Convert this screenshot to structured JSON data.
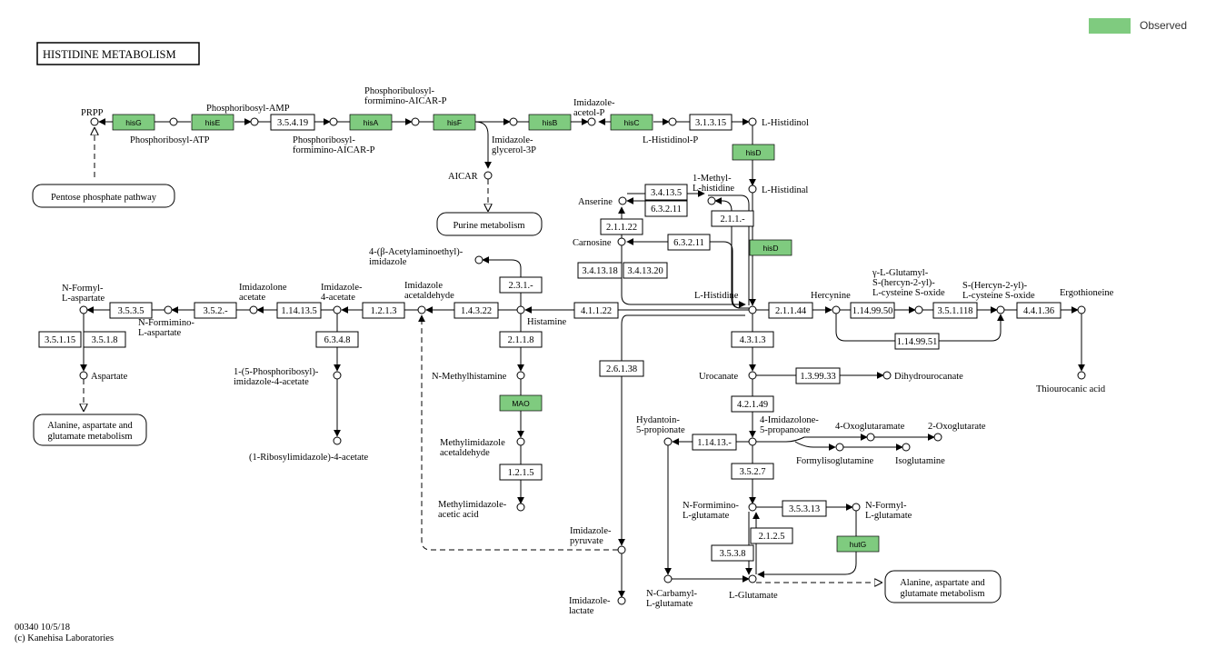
{
  "title": "HISTIDINE METABOLISM",
  "legend": {
    "label": "Observed",
    "color": "#7fcb7f"
  },
  "footer": {
    "line1": "00340 10/5/18",
    "line2": "(c) Kanehisa Laboratories"
  },
  "colors": {
    "observed_gene": "#7fcb7f",
    "line": "#000000"
  },
  "genes": {
    "hisG": "hisG",
    "hisE": "hisE",
    "hisA": "hisA",
    "hisF": "hisF",
    "hisB": "hisB",
    "hisC": "hisC",
    "hisD1": "hisD",
    "hisD2": "hisD",
    "MAO": "MAO",
    "hutG": "hutG"
  },
  "ec": {
    "e_354_19": "3.5.4.19",
    "e_313_15": "3.1.3.15",
    "e_341_35": "3.4.13.5",
    "e_632_11a": "6.3.2.11",
    "e_211_22": "2.1.1.22",
    "e_211_x": "2.1.1.-",
    "e_632_11b": "6.3.2.11",
    "e_341_318": "3.4.13.18",
    "e_341_320": "3.4.13.20",
    "e_231_x": "2.3.1.-",
    "e_411_22": "4.1.1.22",
    "e_211_44": "2.1.1.44",
    "e_114_950": "1.14.99.50",
    "e_351_118": "3.5.1.118",
    "e_441_36": "4.4.1.36",
    "e_114_951": "1.14.99.51",
    "e_143_22": "1.4.3.22",
    "e_121_3": "1.2.1.3",
    "e_114_135": "1.14.13.5",
    "e_352_x": "3.5.2.-",
    "e_353_5": "3.5.3.5",
    "e_351_15": "3.5.1.15",
    "e_351_8": "3.5.1.8",
    "e_634_8": "6.3.4.8",
    "e_211_8": "2.1.1.8",
    "e_261_38": "2.6.1.38",
    "e_431_3": "4.3.1.3",
    "e_139_33": "1.3.99.33",
    "e_421_49": "4.2.1.49",
    "e_114_13x": "1.14.13.-",
    "e_352_7": "3.5.2.7",
    "e_353_13": "3.5.3.13",
    "e_212_5": "2.1.2.5",
    "e_353_8": "3.5.3.8",
    "e_121_5": "1.2.1.5"
  },
  "compounds": {
    "prpp": "PRPP",
    "phosphoribosyl_amp": "Phosphoribosyl-AMP",
    "phosphoribosyl_atp": "Phosphoribosyl-ATP",
    "phosphoribosyl_formimino_1": "Phosphoribosyl-",
    "phosphoribosyl_formimino_2": "formimino-AICAR-P",
    "phosphoribulosyl_1": "Phosphoribulosyl-",
    "phosphoribulosyl_2": "formimino-AICAR-P",
    "imidazole_glycerol_1": "Imidazole-",
    "imidazole_glycerol_2": "glycerol-3P",
    "imidazole_acetol_1": "Imidazole-",
    "imidazole_acetol_2": "acetol-P",
    "histidinol_p": "L-Histidinol-P",
    "histidinol": "L-Histidinol",
    "histidinal": "L-Histidinal",
    "aicar": "AICAR",
    "methyl_histidine_1": "1-Methyl-",
    "methyl_histidine_2": "L-histidine",
    "anserine": "Anserine",
    "carnosine": "Carnosine",
    "acetylaminoethyl_1": "4-(β-Acetylaminoethyl)-",
    "acetylaminoethyl_2": "imidazole",
    "histidine": "L-Histidine",
    "hercynine": "Hercynine",
    "glutamyl_1": "γ-L-Glutamyl-",
    "glutamyl_2": "S-(hercyn-2-yl)-",
    "glutamyl_3": "L-cysteine S-oxide",
    "hercynyl_1": "S-(Hercyn-2-yl)-",
    "hercynyl_2": "L-cysteine S-oxide",
    "ergothioneine": "Ergothioneine",
    "thiourocanic": "Thiourocanic acid",
    "histamine": "Histamine",
    "imidazole_acetaldehyde_1": "Imidazole",
    "imidazole_acetaldehyde_2": "acetaldehyde",
    "imidazole_4_acetate_1": "Imidazole-",
    "imidazole_4_acetate_2": "4-acetate",
    "imidazolone_acetate_1": "Imidazolone",
    "imidazolone_acetate_2": "acetate",
    "formimino_aspartate_1": "N-Formimino-",
    "formimino_aspartate_2": "L-aspartate",
    "formyl_aspartate_1": "N-Formyl-",
    "formyl_aspartate_2": "L-aspartate",
    "aspartate": "Aspartate",
    "phosphoribosyl_imidazole_1": "1-(5-Phosphoribosyl)-",
    "phosphoribosyl_imidazole_2": "imidazole-4-acetate",
    "ribosylimidazole": "(1-Ribosylimidazole)-4-acetate",
    "methylhistamine": "N-Methylhistamine",
    "methylimidazole_acetaldehyde_1": "Methylimidazole",
    "methylimidazole_acetaldehyde_2": "acetaldehyde",
    "methylimidazole_acetic_1": "Methylimidazole-",
    "methylimidazole_acetic_2": "acetic acid",
    "urocanate": "Urocanate",
    "dihydrourocanate": "Dihydrourocanate",
    "imidazolone_propanoate_1": "4-Imidazolone-",
    "imidazolone_propanoate_2": "5-propanoate",
    "hydantoin_1": "Hydantoin-",
    "hydantoin_2": "5-propionate",
    "oxoglutaramate": "4-Oxoglutaramate",
    "oxoglutarate": "2-Oxoglutarate",
    "formylisoglutamine": "Formylisoglutamine",
    "isoglutamine": "Isoglutamine",
    "formimino_glutamate_1": "N-Formimino-",
    "formimino_glutamate_2": "L-glutamate",
    "formyl_glutamate_1": "N-Formyl-",
    "formyl_glutamate_2": "L-glutamate",
    "imidazole_pyruvate_1": "Imidazole-",
    "imidazole_pyruvate_2": "pyruvate",
    "imidazole_lactate_1": "Imidazole-",
    "imidazole_lactate_2": "lactate",
    "carbamyl_glutamate_1": "N-Carbamyl-",
    "carbamyl_glutamate_2": "L-glutamate",
    "glutamate": "L-Glutamate"
  },
  "maps": {
    "pentose": "Pentose phosphate pathway",
    "purine": "Purine metabolism",
    "ala_asp_left_1": "Alanine, aspartate and",
    "ala_asp_left_2": "glutamate metabolism",
    "ala_asp_right_1": "Alanine, aspartate and",
    "ala_asp_right_2": "glutamate metabolism"
  }
}
